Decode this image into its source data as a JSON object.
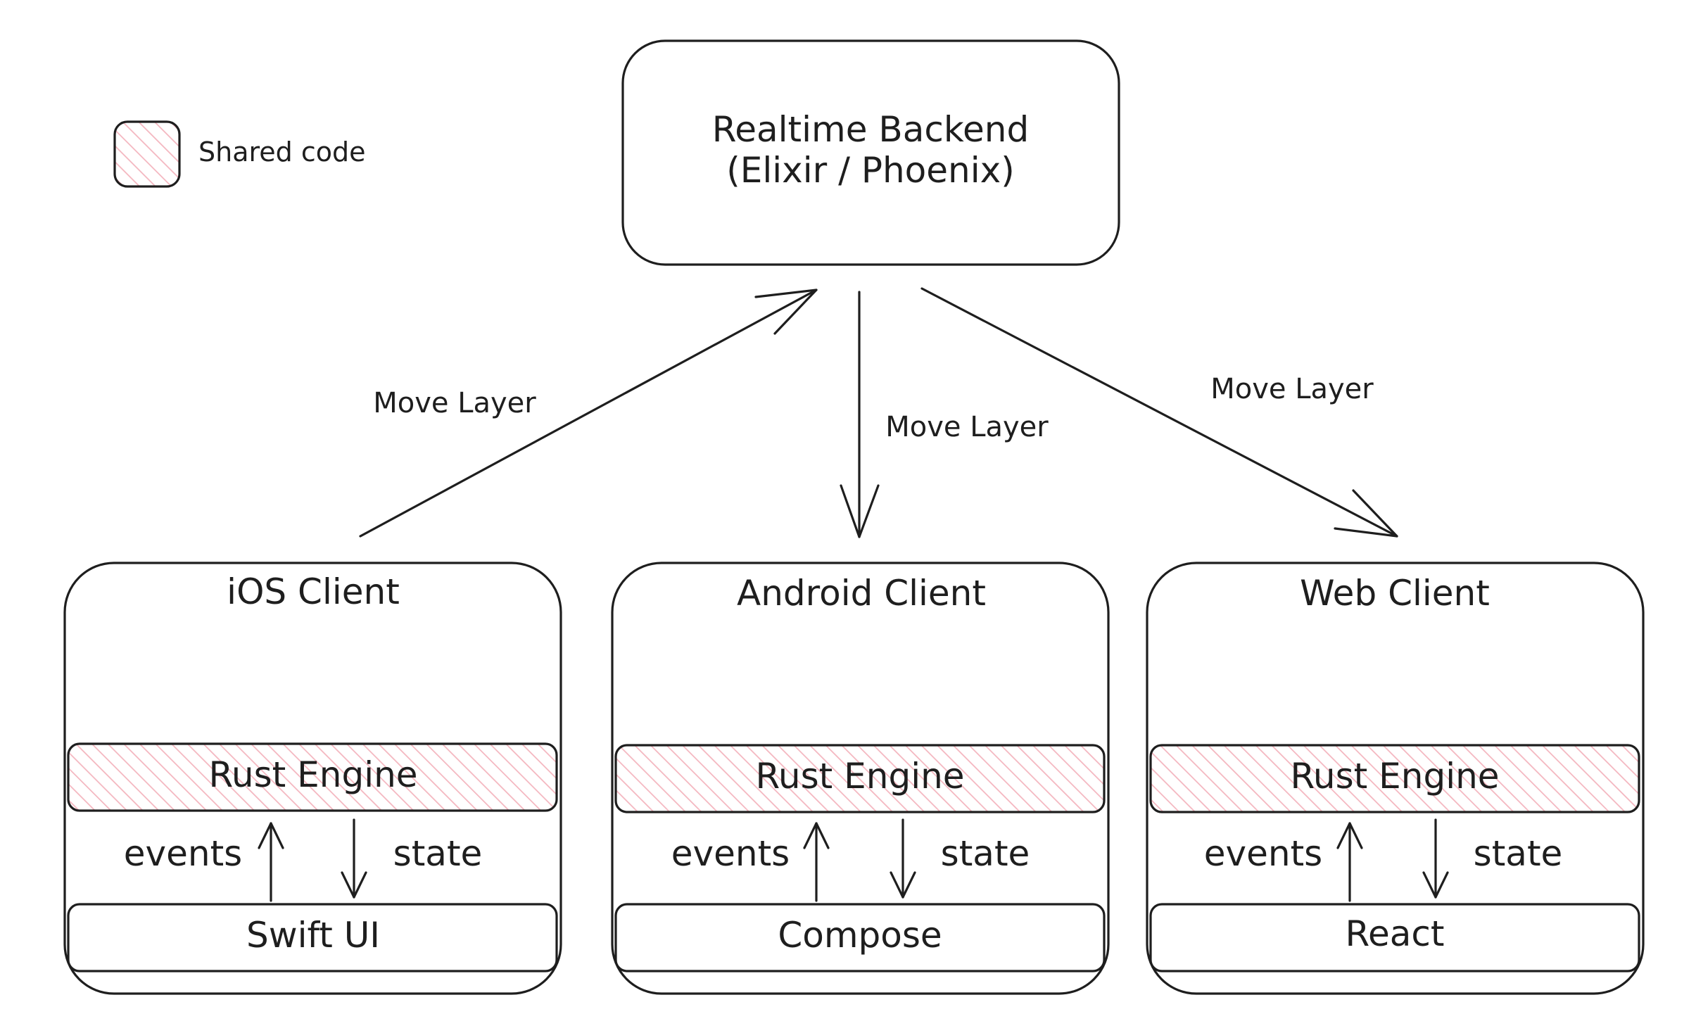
{
  "legend": {
    "label": "Shared code",
    "hatch_color": "#f4b6bf"
  },
  "backend": {
    "line1": "Realtime Backend",
    "line2": "(Elixir / Phoenix)"
  },
  "arrows": {
    "ios_to_backend": "Move Layer",
    "backend_to_android": "Move Layer",
    "backend_to_web": "Move Layer"
  },
  "clients": [
    {
      "title": "iOS Client",
      "engine": "Rust Engine",
      "events": "events",
      "state": "state",
      "ui": "Swift UI"
    },
    {
      "title": "Android Client",
      "engine": "Rust Engine",
      "events": "events",
      "state": "state",
      "ui": "Compose"
    },
    {
      "title": "Web Client",
      "engine": "Rust Engine",
      "events": "events",
      "state": "state",
      "ui": "React"
    }
  ],
  "colors": {
    "stroke": "#1e1e1e",
    "shared_hatch": "#f4b6bf",
    "background": "#ffffff"
  }
}
